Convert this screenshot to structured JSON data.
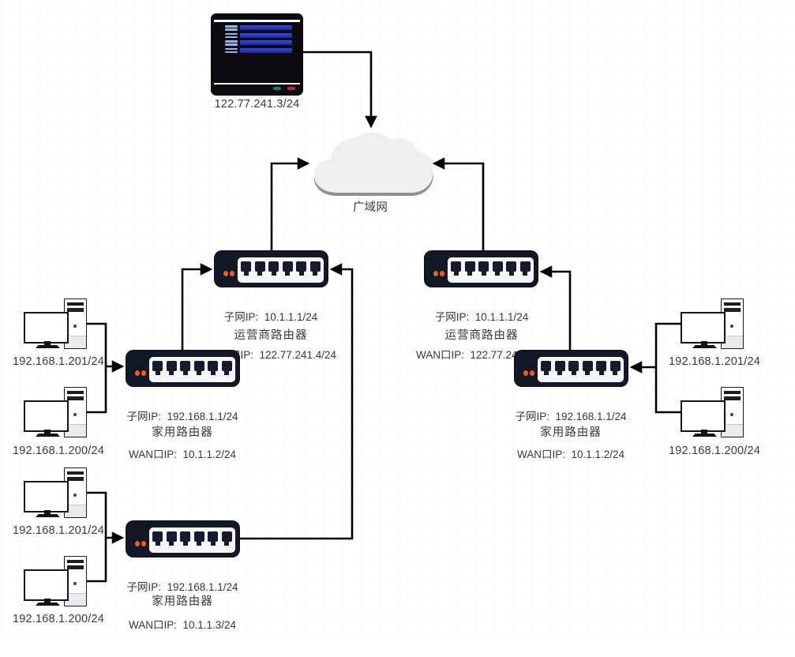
{
  "diagram": {
    "cloud": {
      "label": "广域网"
    },
    "server": {
      "ip": "122.77.241.3/24"
    },
    "routers": [
      {
        "subnet": "子网IP:  10.1.1.1/24",
        "wan": "WAN口IP:  122.77.241.4/24",
        "name": "运营商路由器"
      },
      {
        "subnet": "子网IP:  10.1.1.1/24",
        "wan": "WAN口IP:  122.77.241.5/24",
        "name": "运营商路由器"
      },
      {
        "subnet": "子网IP:  192.168.1.1/24",
        "wan": "WAN口IP:  10.1.1.2/24",
        "name": "家用路由器"
      },
      {
        "subnet": "子网IP:  192.168.1.1/24",
        "wan": "WAN口IP:  10.1.1.2/24",
        "name": "家用路由器"
      },
      {
        "subnet": "子网IP:  192.168.1.1/24",
        "wan": "WAN口IP:  10.1.1.3/24",
        "name": "家用路由器"
      }
    ],
    "pcs": [
      {
        "ip": "192.168.1.201/24"
      },
      {
        "ip": "192.168.1.200/24"
      },
      {
        "ip": "192.168.1.201/24"
      },
      {
        "ip": "192.168.1.200/24"
      },
      {
        "ip": "192.168.1.201/24"
      },
      {
        "ip": "192.168.1.200/24"
      }
    ],
    "colors": {
      "router_body": "#131826",
      "led_orange": "#e8611c",
      "line": "#000000",
      "cloud_fill": "#efefef",
      "cloud_shadow": "#8f8f8f",
      "screen_blue": "#2634c8",
      "screen_lightblue": "#8fb8ea",
      "led_green": "#17806a",
      "led_red": "#c22840"
    }
  }
}
